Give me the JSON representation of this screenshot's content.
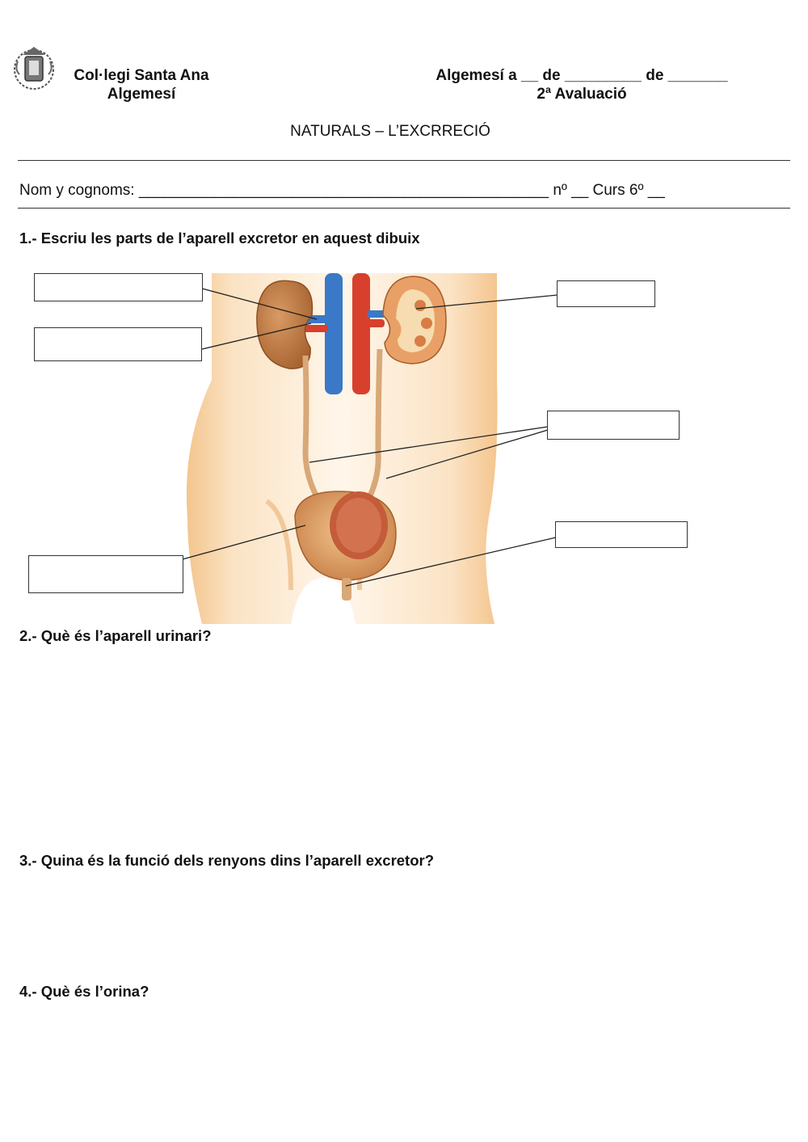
{
  "header": {
    "school_name": "Col·legi Santa Ana",
    "school_city": "Algemesí",
    "date_line": "Algemesí a __ de _________ de _______",
    "evaluation": "2ª Avaluació",
    "subject": "NATURALS – L’EXCRRECIÓ",
    "crest_icon": "school-crest-icon"
  },
  "student": {
    "name_line": "Nom y cognoms: ________________________________________________ nº __ Curs 6º __"
  },
  "questions": [
    {
      "text": "1.- Escriu les parts de l’aparell excretor en aquest dibuix"
    },
    {
      "text": "2.- Què és l’aparell urinari?"
    },
    {
      "text": "3.- Quina és la funció dels renyons dins l’aparell excretor?"
    },
    {
      "text": "4.- Què és l’orina?"
    }
  ],
  "colors": {
    "body_skin": "#f8d9b0",
    "organ": "#c98149",
    "vein": "#3a78c8",
    "artery": "#d8402e",
    "bladder_inner": "#c45c3a",
    "text": "#111111"
  }
}
